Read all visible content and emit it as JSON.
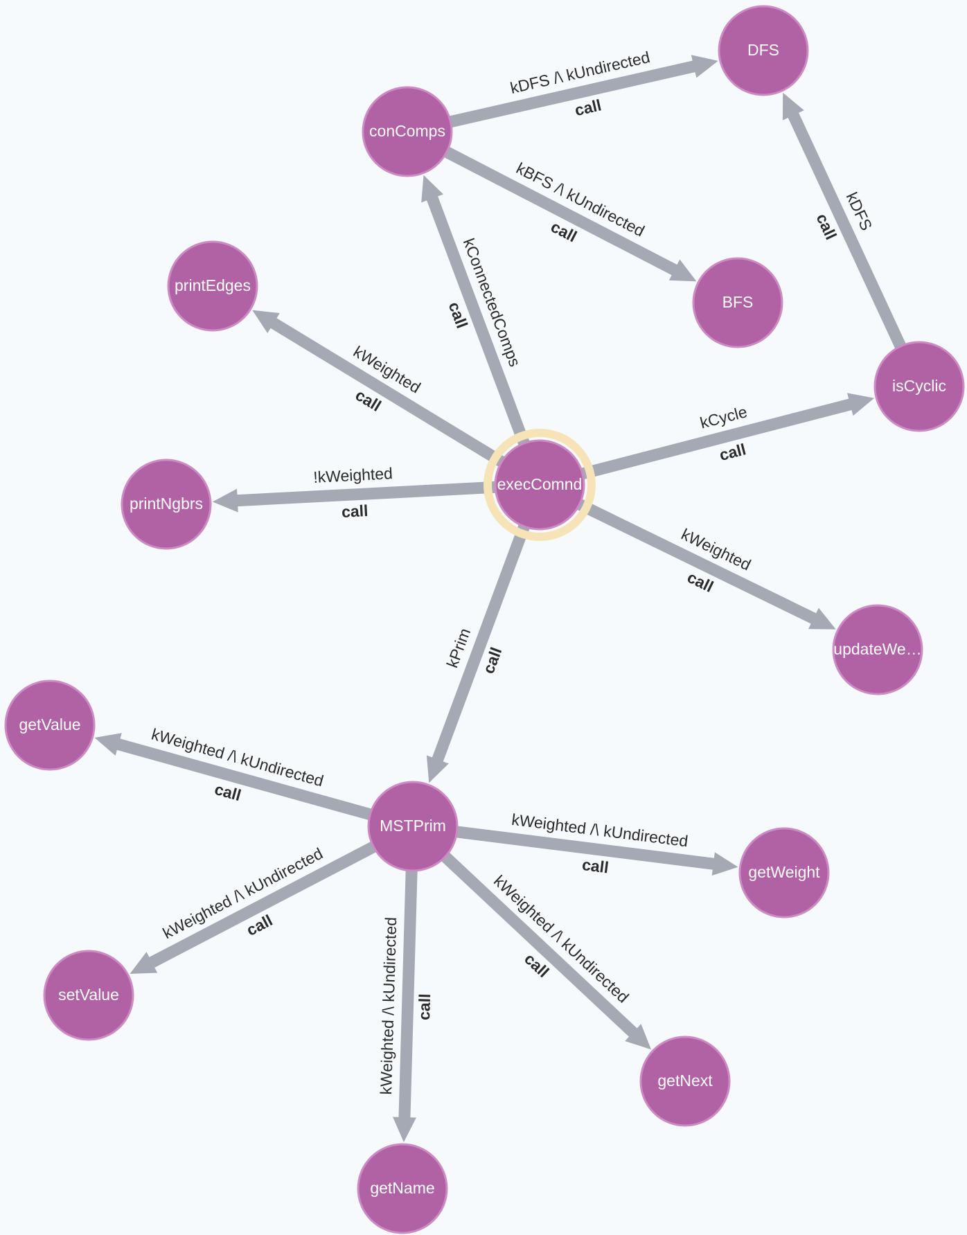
{
  "graph": {
    "colors": {
      "node_fill": "#b162a5",
      "node_border": "#cc8bc2",
      "edge": "#a4a9b3",
      "selected_halo": "#f7e3b8",
      "background": "#f7fafd"
    },
    "selected_node": "execComnd",
    "nodes": [
      {
        "id": "DFS",
        "label": "DFS"
      },
      {
        "id": "conComps",
        "label": "conComps"
      },
      {
        "id": "BFS",
        "label": "BFS"
      },
      {
        "id": "printEdges",
        "label": "printEdges"
      },
      {
        "id": "isCyclic",
        "label": "isCyclic"
      },
      {
        "id": "execComnd",
        "label": "execComnd"
      },
      {
        "id": "printNgbrs",
        "label": "printNgbrs"
      },
      {
        "id": "updateWe",
        "label": "updateWe…"
      },
      {
        "id": "getValue",
        "label": "getValue"
      },
      {
        "id": "MSTPrim",
        "label": "MSTPrim"
      },
      {
        "id": "getWeight",
        "label": "getWeight"
      },
      {
        "id": "setValue",
        "label": "setValue"
      },
      {
        "id": "getNext",
        "label": "getNext"
      },
      {
        "id": "getName",
        "label": "getName"
      }
    ],
    "edges": [
      {
        "from": "conComps",
        "to": "DFS",
        "type": "call",
        "condition": "kDFS /\\ kUndirected"
      },
      {
        "from": "conComps",
        "to": "BFS",
        "type": "call",
        "condition": "kBFS /\\ kUndirected"
      },
      {
        "from": "isCyclic",
        "to": "DFS",
        "type": "call",
        "condition": "kDFS"
      },
      {
        "from": "execComnd",
        "to": "conComps",
        "type": "call",
        "condition": "kConnectedComps"
      },
      {
        "from": "execComnd",
        "to": "printEdges",
        "type": "call",
        "condition": "kWeighted"
      },
      {
        "from": "execComnd",
        "to": "isCyclic",
        "type": "call",
        "condition": "kCycle"
      },
      {
        "from": "execComnd",
        "to": "printNgbrs",
        "type": "call",
        "condition": "!kWeighted"
      },
      {
        "from": "execComnd",
        "to": "updateWe",
        "type": "call",
        "condition": "kWeighted"
      },
      {
        "from": "execComnd",
        "to": "MSTPrim",
        "type": "call",
        "condition": "kPrim"
      },
      {
        "from": "MSTPrim",
        "to": "getValue",
        "type": "call",
        "condition": "kWeighted /\\ kUndirected"
      },
      {
        "from": "MSTPrim",
        "to": "getWeight",
        "type": "call",
        "condition": "kWeighted /\\ kUndirected"
      },
      {
        "from": "MSTPrim",
        "to": "setValue",
        "type": "call",
        "condition": "kWeighted /\\ kUndirected"
      },
      {
        "from": "MSTPrim",
        "to": "getName",
        "type": "call",
        "condition": "kWeighted /\\ kUndirected"
      },
      {
        "from": "MSTPrim",
        "to": "getNext",
        "type": "call",
        "condition": "kWeighted /\\ kUndirected"
      }
    ]
  }
}
